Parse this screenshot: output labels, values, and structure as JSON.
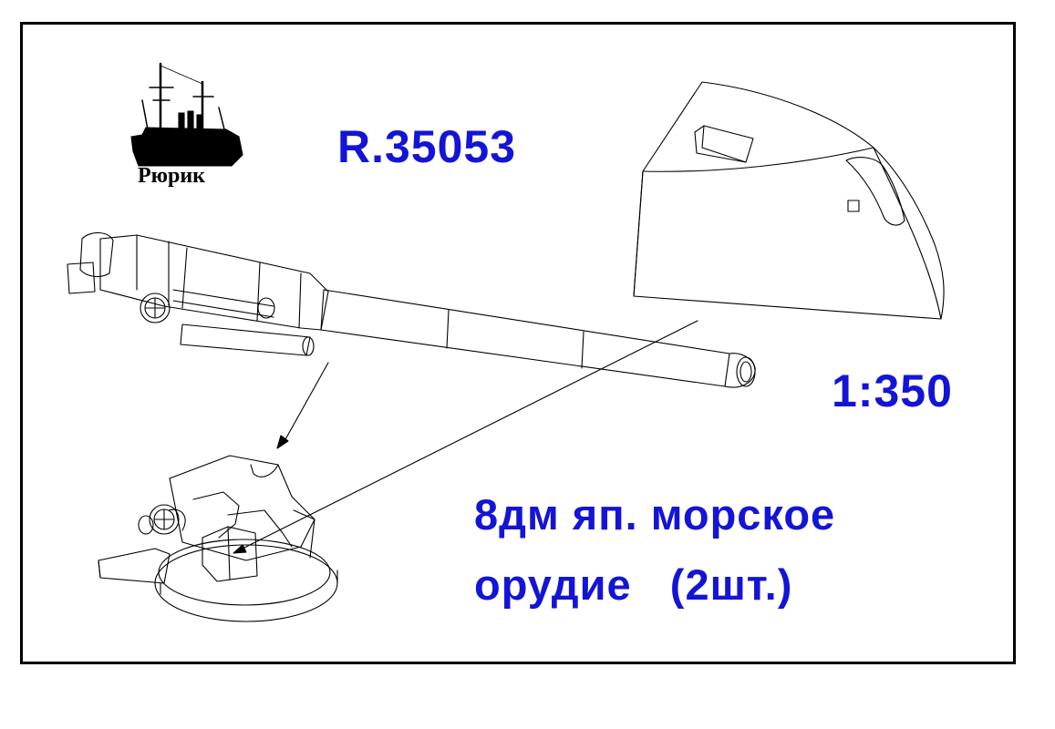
{
  "brand": {
    "name": "Рюрик",
    "logo_icon": "cruiser-silhouette-icon"
  },
  "product": {
    "code": "R.35053",
    "scale": "1:350",
    "description_line1": "8дм яп. морское",
    "description_line2": "орудие   (2шт.)"
  },
  "colors": {
    "accent_text": "#1414d6",
    "line": "#000000",
    "frame": "#000000"
  }
}
